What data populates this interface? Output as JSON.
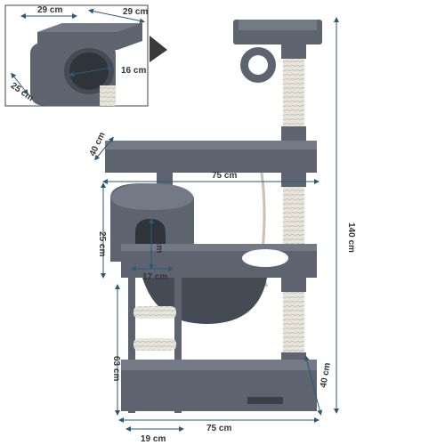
{
  "colors": {
    "fabric": "#5d6470",
    "fabric_dark": "#454b55",
    "fabric_light": "#737a86",
    "sisal": "#e7e4dc",
    "sisal_line": "#b9b4a8",
    "rope": "#c9c2b0",
    "dimension": "#2a5a74",
    "inset_border": "#444444",
    "text": "#333333"
  },
  "inset": {
    "label_top_left": "29 cm",
    "label_top_right": "29 cm",
    "label_tunnel": "16 cm",
    "label_side": "25 cm"
  },
  "dimensions": {
    "platform_depth": "40 cm",
    "platform_width": "75 cm",
    "total_height": "140 cm",
    "condo_height": "25 cm",
    "condo_inner_height": "19 cm",
    "condo_inner_width": "17 cm",
    "lower_height": "63 cm",
    "base_depth": "40 cm",
    "base_width": "75 cm",
    "ladder_width": "19 cm"
  }
}
